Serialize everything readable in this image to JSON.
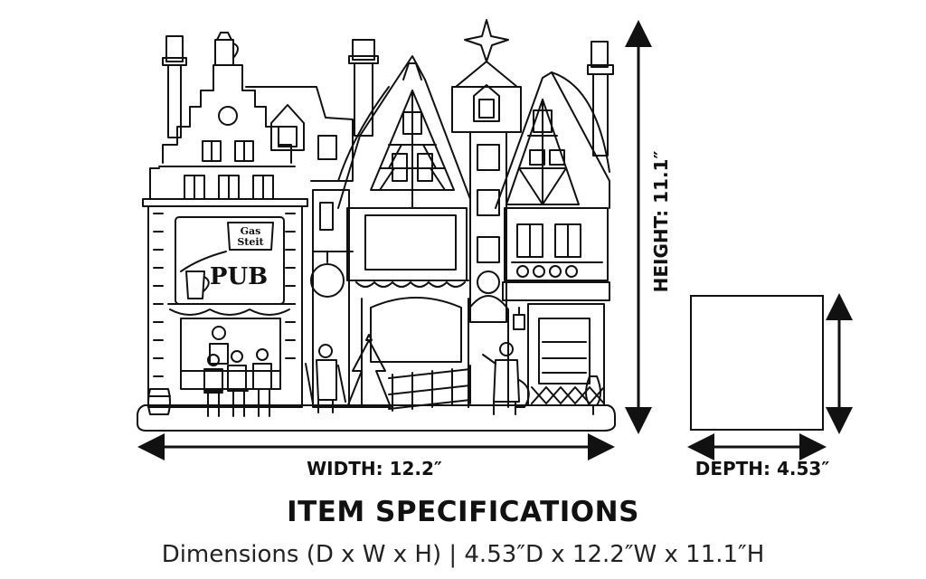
{
  "sign": {
    "top": "Gas",
    "bottom": "Steit",
    "pub": "PUB"
  },
  "dimensions": {
    "width_label": "WIDTH: 12.2″",
    "height_label": "HEIGHT: 11.1″",
    "depth_label": "DEPTH: 4.53″"
  },
  "specs": {
    "title": "ITEM SPECIFICATIONS",
    "dimensions_line": "Dimensions (D x W x H) | 4.53″D x 12.2″W x 11.1″H"
  },
  "colors": {
    "line": "#111111",
    "background": "#ffffff"
  }
}
